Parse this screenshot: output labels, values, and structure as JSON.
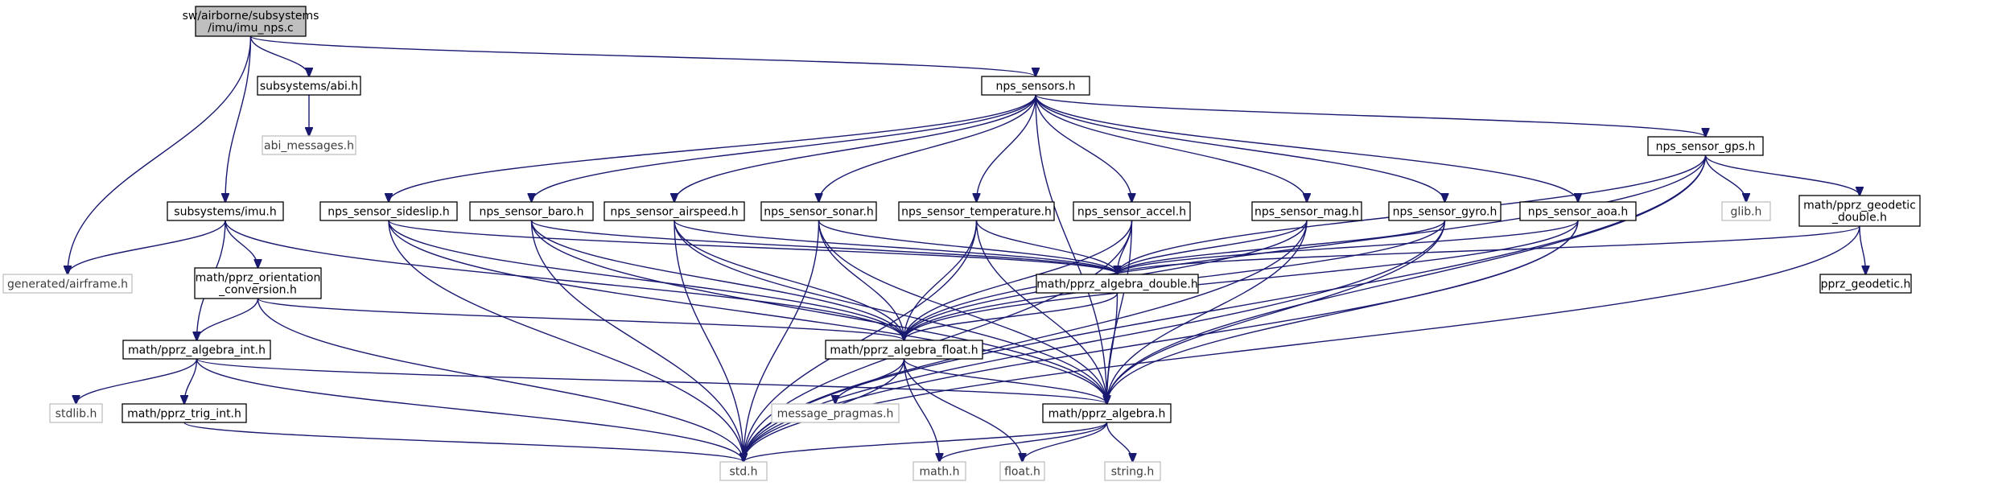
{
  "nodes": [
    {
      "id": "root",
      "lines": [
        "sw/airborne/subsystems",
        "/imu/imu_nps.c"
      ],
      "kind": "root"
    },
    {
      "id": "abi",
      "lines": [
        "subsystems/abi.h"
      ],
      "kind": "doc"
    },
    {
      "id": "abi_messages",
      "lines": [
        "abi_messages.h"
      ],
      "kind": "ext"
    },
    {
      "id": "nps_sensors",
      "lines": [
        "nps_sensors.h"
      ],
      "kind": "doc"
    },
    {
      "id": "imu",
      "lines": [
        "subsystems/imu.h"
      ],
      "kind": "doc"
    },
    {
      "id": "airframe",
      "lines": [
        "generated/airframe.h"
      ],
      "kind": "ext"
    },
    {
      "id": "orient",
      "lines": [
        "math/pprz_orientation",
        "_conversion.h"
      ],
      "kind": "doc"
    },
    {
      "id": "alg_int",
      "lines": [
        "math/pprz_algebra_int.h"
      ],
      "kind": "doc"
    },
    {
      "id": "stdlib",
      "lines": [
        "stdlib.h"
      ],
      "kind": "ext"
    },
    {
      "id": "trig_int",
      "lines": [
        "math/pprz_trig_int.h"
      ],
      "kind": "doc"
    },
    {
      "id": "sideslip",
      "lines": [
        "nps_sensor_sideslip.h"
      ],
      "kind": "doc"
    },
    {
      "id": "baro",
      "lines": [
        "nps_sensor_baro.h"
      ],
      "kind": "doc"
    },
    {
      "id": "airspeed",
      "lines": [
        "nps_sensor_airspeed.h"
      ],
      "kind": "doc"
    },
    {
      "id": "sonar",
      "lines": [
        "nps_sensor_sonar.h"
      ],
      "kind": "doc"
    },
    {
      "id": "temperature",
      "lines": [
        "nps_sensor_temperature.h"
      ],
      "kind": "doc"
    },
    {
      "id": "accel",
      "lines": [
        "nps_sensor_accel.h"
      ],
      "kind": "doc"
    },
    {
      "id": "mag",
      "lines": [
        "nps_sensor_mag.h"
      ],
      "kind": "doc"
    },
    {
      "id": "gyro",
      "lines": [
        "nps_sensor_gyro.h"
      ],
      "kind": "doc"
    },
    {
      "id": "aoa",
      "lines": [
        "nps_sensor_aoa.h"
      ],
      "kind": "doc"
    },
    {
      "id": "gps",
      "lines": [
        "nps_sensor_gps.h"
      ],
      "kind": "doc"
    },
    {
      "id": "glib",
      "lines": [
        "glib.h"
      ],
      "kind": "ext"
    },
    {
      "id": "geodetic_double",
      "lines": [
        "math/pprz_geodetic",
        "_double.h"
      ],
      "kind": "doc"
    },
    {
      "id": "geodetic",
      "lines": [
        "pprz_geodetic.h"
      ],
      "kind": "doc"
    },
    {
      "id": "alg_double",
      "lines": [
        "math/pprz_algebra_double.h"
      ],
      "kind": "doc"
    },
    {
      "id": "alg_float",
      "lines": [
        "math/pprz_algebra_float.h"
      ],
      "kind": "doc"
    },
    {
      "id": "msg_pragmas",
      "lines": [
        "message_pragmas.h"
      ],
      "kind": "ext"
    },
    {
      "id": "alg",
      "lines": [
        "math/pprz_algebra.h"
      ],
      "kind": "doc"
    },
    {
      "id": "std",
      "lines": [
        "std.h"
      ],
      "kind": "ext"
    },
    {
      "id": "math",
      "lines": [
        "math.h"
      ],
      "kind": "ext"
    },
    {
      "id": "float",
      "lines": [
        "float.h"
      ],
      "kind": "ext"
    },
    {
      "id": "string",
      "lines": [
        "string.h"
      ],
      "kind": "ext"
    }
  ],
  "edges": [
    [
      "root",
      "abi"
    ],
    [
      "root",
      "nps_sensors"
    ],
    [
      "root",
      "imu"
    ],
    [
      "root",
      "airframe"
    ],
    [
      "abi",
      "abi_messages"
    ],
    [
      "imu",
      "airframe"
    ],
    [
      "imu",
      "orient"
    ],
    [
      "imu",
      "alg_int"
    ],
    [
      "imu",
      "alg_float"
    ],
    [
      "orient",
      "alg_int"
    ],
    [
      "orient",
      "alg_float"
    ],
    [
      "orient",
      "std"
    ],
    [
      "alg_int",
      "stdlib"
    ],
    [
      "alg_int",
      "trig_int"
    ],
    [
      "alg_int",
      "alg"
    ],
    [
      "alg_int",
      "std"
    ],
    [
      "trig_int",
      "std"
    ],
    [
      "nps_sensors",
      "sideslip"
    ],
    [
      "nps_sensors",
      "baro"
    ],
    [
      "nps_sensors",
      "airspeed"
    ],
    [
      "nps_sensors",
      "sonar"
    ],
    [
      "nps_sensors",
      "temperature"
    ],
    [
      "nps_sensors",
      "accel"
    ],
    [
      "nps_sensors",
      "mag"
    ],
    [
      "nps_sensors",
      "gyro"
    ],
    [
      "nps_sensors",
      "aoa"
    ],
    [
      "nps_sensors",
      "gps"
    ],
    [
      "nps_sensors",
      "alg"
    ],
    [
      "sideslip",
      "alg_double"
    ],
    [
      "sideslip",
      "alg_float"
    ],
    [
      "sideslip",
      "alg"
    ],
    [
      "sideslip",
      "std"
    ],
    [
      "baro",
      "alg_double"
    ],
    [
      "baro",
      "alg_float"
    ],
    [
      "baro",
      "alg"
    ],
    [
      "baro",
      "std"
    ],
    [
      "airspeed",
      "alg_double"
    ],
    [
      "airspeed",
      "alg_float"
    ],
    [
      "airspeed",
      "alg"
    ],
    [
      "airspeed",
      "std"
    ],
    [
      "sonar",
      "alg_double"
    ],
    [
      "sonar",
      "alg_float"
    ],
    [
      "sonar",
      "alg"
    ],
    [
      "sonar",
      "std"
    ],
    [
      "temperature",
      "alg_double"
    ],
    [
      "temperature",
      "alg_float"
    ],
    [
      "temperature",
      "alg"
    ],
    [
      "temperature",
      "std"
    ],
    [
      "accel",
      "alg_double"
    ],
    [
      "accel",
      "alg_float"
    ],
    [
      "accel",
      "alg"
    ],
    [
      "accel",
      "std"
    ],
    [
      "mag",
      "alg_double"
    ],
    [
      "mag",
      "alg_float"
    ],
    [
      "mag",
      "alg"
    ],
    [
      "mag",
      "std"
    ],
    [
      "gyro",
      "alg_double"
    ],
    [
      "gyro",
      "alg_float"
    ],
    [
      "gyro",
      "alg"
    ],
    [
      "gyro",
      "std"
    ],
    [
      "aoa",
      "alg_double"
    ],
    [
      "aoa",
      "alg_float"
    ],
    [
      "aoa",
      "alg"
    ],
    [
      "aoa",
      "std"
    ],
    [
      "gps",
      "glib"
    ],
    [
      "gps",
      "geodetic_double"
    ],
    [
      "gps",
      "alg_double"
    ],
    [
      "gps",
      "alg_float"
    ],
    [
      "gps",
      "alg"
    ],
    [
      "gps",
      "std"
    ],
    [
      "geodetic_double",
      "geodetic"
    ],
    [
      "geodetic_double",
      "alg_double"
    ],
    [
      "geodetic_double",
      "std"
    ],
    [
      "alg_double",
      "alg_float"
    ],
    [
      "alg_double",
      "alg"
    ],
    [
      "alg_float",
      "msg_pragmas"
    ],
    [
      "alg_float",
      "alg"
    ],
    [
      "alg_float",
      "std"
    ],
    [
      "alg_float",
      "math"
    ],
    [
      "alg_float",
      "float"
    ],
    [
      "alg",
      "std"
    ],
    [
      "alg",
      "math"
    ],
    [
      "alg",
      "float"
    ],
    [
      "alg",
      "string"
    ]
  ],
  "colors": {
    "edge": "#191970",
    "node_border": "#000000",
    "ext_border": "#bfbfbf",
    "root_fill": "#bfbfbf"
  }
}
